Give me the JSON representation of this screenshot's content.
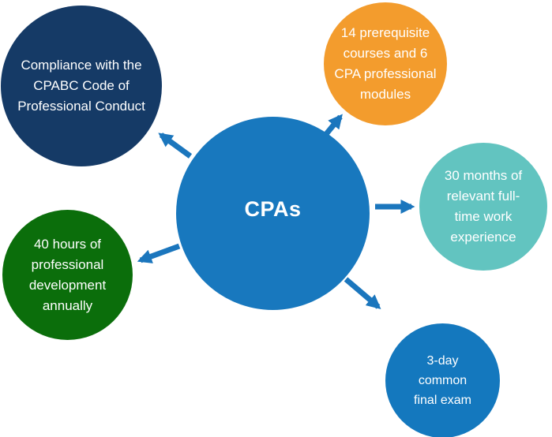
{
  "diagram": {
    "type": "hub-and-spoke",
    "title": "CPA requirements diagram",
    "center": {
      "id": "cpas",
      "label": "CPAs",
      "color": "#1878be",
      "text_color": "#ffffff"
    },
    "nodes": [
      {
        "id": "code-of-conduct",
        "position": "top-left",
        "label": "Compliance with the CPABC Code of Professional Conduct",
        "color": "#153a66",
        "text_color": "#ffffff"
      },
      {
        "id": "prerequisite-courses",
        "position": "top-right",
        "label": "14 prerequisite courses and 6 CPA professional modules",
        "color": "#f39c2d",
        "text_color": "#ffffff"
      },
      {
        "id": "work-experience",
        "position": "right",
        "label": "30 months of relevant full-time work experience",
        "color": "#62c4c0",
        "text_color": "#ffffff"
      },
      {
        "id": "professional-development",
        "position": "bottom-left",
        "label": "40 hours of professional development annually",
        "color": "#0b6e0b",
        "text_color": "#ffffff"
      },
      {
        "id": "final-exam",
        "position": "bottom-right",
        "label": "3-day common final exam",
        "color": "#1478be",
        "text_color": "#ffffff"
      }
    ],
    "arrow_color": "#1b76bd",
    "background_color": "#ffffff"
  }
}
